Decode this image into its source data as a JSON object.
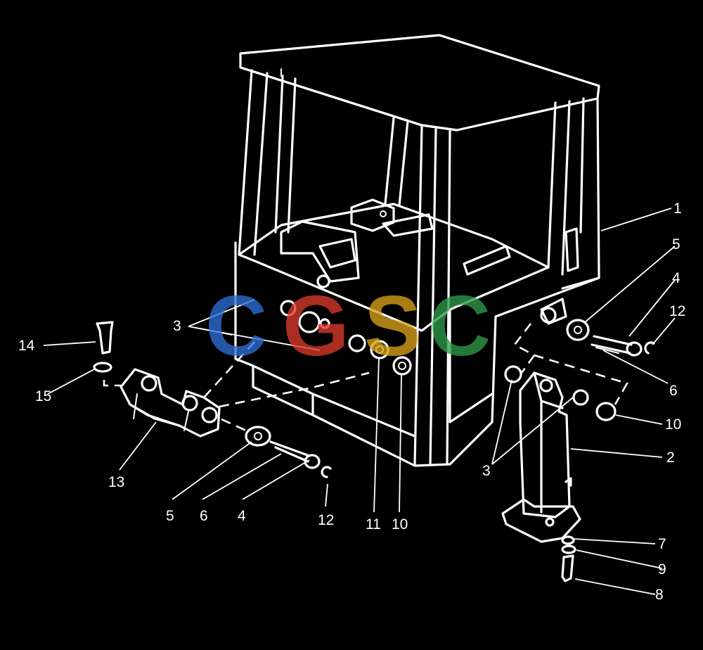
{
  "callouts": {
    "c1": "1",
    "c2": "2",
    "c3a": "3",
    "c3b": "3",
    "c4a": "4",
    "c4b": "4",
    "c5a": "5",
    "c5b": "5",
    "c6a": "6",
    "c6b": "6",
    "c7": "7",
    "c8": "8",
    "c9": "9",
    "c10a": "10",
    "c10b": "10",
    "c11": "11",
    "c12a": "12",
    "c12b": "12",
    "c13": "13",
    "c14": "14",
    "c15": "15"
  },
  "watermark": {
    "letters": [
      "C",
      "G",
      "S",
      "C"
    ],
    "colors": [
      "#2f6fd8",
      "#d93a2b",
      "#d9a21c",
      "#2f9a4a"
    ]
  }
}
